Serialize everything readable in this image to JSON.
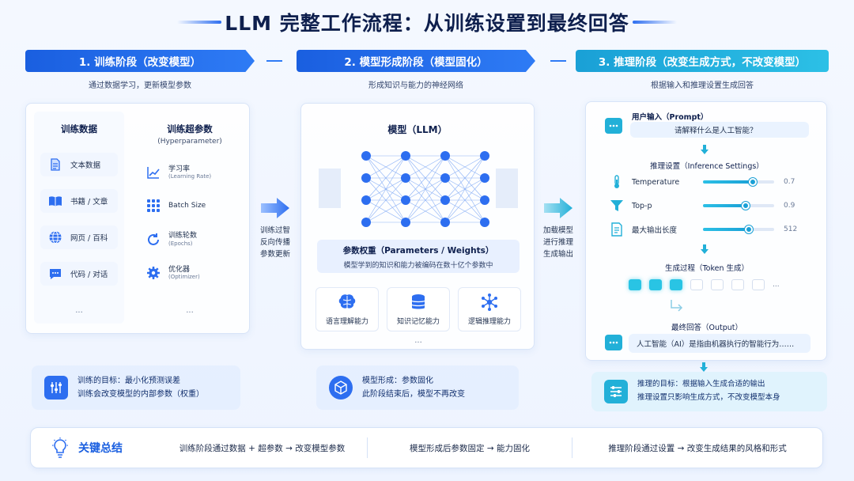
{
  "title": "LLM 完整工作流程：从训练设置到最终回答",
  "phases": [
    {
      "label": "1. 训练阶段（改变模型）",
      "subtitle": "通过数据学习，更新模型参数"
    },
    {
      "label": "2. 模型形成阶段（模型固化）",
      "subtitle": "形成知识与能力的神经网络"
    },
    {
      "label": "3. 推理阶段（改变生成方式，不改变模型）",
      "subtitle": "根据输入和推理设置生成回答"
    }
  ],
  "training": {
    "data_title": "训练数据",
    "data_items": [
      {
        "icon": "document-icon",
        "label": "文本数据"
      },
      {
        "icon": "book-icon",
        "label": "书籍 / 文章"
      },
      {
        "icon": "globe-icon",
        "label": "网页 / 百科"
      },
      {
        "icon": "chat-icon",
        "label": "代码 / 对话"
      }
    ],
    "data_more": "...",
    "hp_title": "训练超参数",
    "hp_subtitle": "(Hyperparameter)",
    "hp_items": [
      {
        "icon": "chart-line-icon",
        "label": "学习率",
        "sub": "(Learning Rate)"
      },
      {
        "icon": "grid-icon",
        "label": "Batch Size",
        "sub": ""
      },
      {
        "icon": "cycle-icon",
        "label": "训练轮数",
        "sub": "(Epochs)"
      },
      {
        "icon": "gear-icon",
        "label": "优化器",
        "sub": "(Optimizer)"
      }
    ],
    "hp_more": "...",
    "goal_line1": "训练的目标：最小化预测误差",
    "goal_line2": "训练会改变模型的内部参数（权重）"
  },
  "flow1": [
    "训练过智",
    "反向传播",
    "参数更新"
  ],
  "model": {
    "title": "模型（LLM）",
    "params_title": "参数权重（Parameters / Weights）",
    "params_desc": "模型学到的知识和能力被编码在数十亿个参数中",
    "abilities": [
      {
        "icon": "brain-icon",
        "label": "语言理解能力"
      },
      {
        "icon": "database-icon",
        "label": "知识记忆能力"
      },
      {
        "icon": "network-icon",
        "label": "逻辑推理能力"
      }
    ],
    "abilities_more": "...",
    "goal_line1": "模型形成：参数固化",
    "goal_line2": "此阶段结束后，模型不再改变"
  },
  "flow2": [
    "加载模型",
    "进行推理",
    "生成输出"
  ],
  "inference": {
    "input_title": "用户输入（Prompt）",
    "input_text": "请解释什么是人工智能？",
    "settings_title": "推理设置（Inference Settings）",
    "settings": [
      {
        "icon": "thermometer-icon",
        "label": "Temperature",
        "value": "0.7",
        "level": 0.7
      },
      {
        "icon": "funnel-icon",
        "label": "Top-p",
        "value": "0.9",
        "level": 0.6
      },
      {
        "icon": "document-icon",
        "label": "最大输出长度",
        "value": "512",
        "level": 0.65
      }
    ],
    "gen_title": "生成过程（Token 生成）",
    "tokens_on": 3,
    "tokens_off": 4,
    "tokens_more": "...",
    "output_title": "最终回答（Output）",
    "output_text": "人工智能（AI）是指由机器执行的智能行为……",
    "goal_line1": "推理的目标：根据输入生成合适的输出",
    "goal_line2": "推理设置只影响生成方式，不改变模型本身"
  },
  "summary": {
    "title": "关键总结",
    "items": [
      "训练阶段通过数据 + 超参数 → 改变模型参数",
      "模型形成后参数固定 → 能力固化",
      "推理阶段通过设置 → 改变生成结果的风格和形式"
    ]
  },
  "colors": {
    "primary": "#2d6ef0",
    "teal": "#22b0d8",
    "dark": "#0e1f4d"
  }
}
